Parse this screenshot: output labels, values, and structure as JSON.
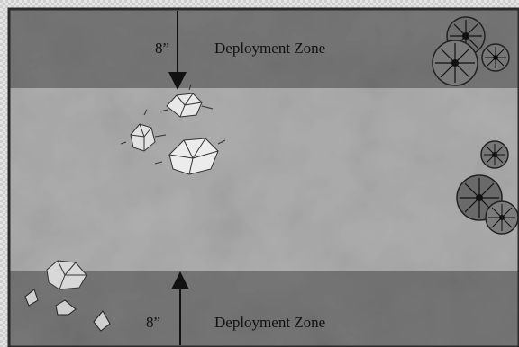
{
  "zones": {
    "top": {
      "label": "Deployment Zone",
      "distance": "8”"
    },
    "bottom": {
      "label": "Deployment Zone",
      "distance": "8”"
    }
  },
  "terrain": {
    "rocks": [
      "rock",
      "rock",
      "rock",
      "rock"
    ],
    "debris": [
      "debris",
      "debris",
      "debris"
    ],
    "trees": [
      "tree",
      "tree",
      "tree",
      "tree",
      "tree",
      "tree"
    ]
  },
  "colors": {
    "deployment_zone": "#7a7a7a",
    "no_mans_land": "#aeaeae",
    "border": "#2b2b2b",
    "text": "#111111"
  }
}
